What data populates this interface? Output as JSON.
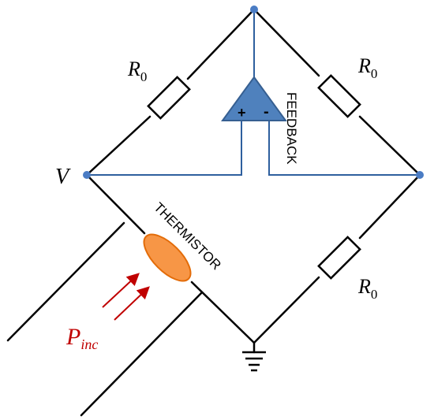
{
  "labels": {
    "r_top_left": {
      "main": "R",
      "sub": "0"
    },
    "r_top_right": {
      "main": "R",
      "sub": "0"
    },
    "r_bottom_right": {
      "main": "R",
      "sub": "0"
    },
    "voltage": "V",
    "thermistor": "THERMISTOR",
    "feedback": "FEEDBACK",
    "opamp_plus": "+",
    "opamp_minus": "-",
    "power": {
      "main": "P",
      "sub": "inc"
    }
  },
  "colors": {
    "wire": "#000000",
    "feedback_wire": "#2e5f9e",
    "node": "#4a7cc4",
    "opamp_fill": "#4f81bd",
    "opamp_stroke": "#365f91",
    "thermistor_fill": "#f79646",
    "thermistor_stroke": "#e36c09",
    "power": "#c00000"
  }
}
